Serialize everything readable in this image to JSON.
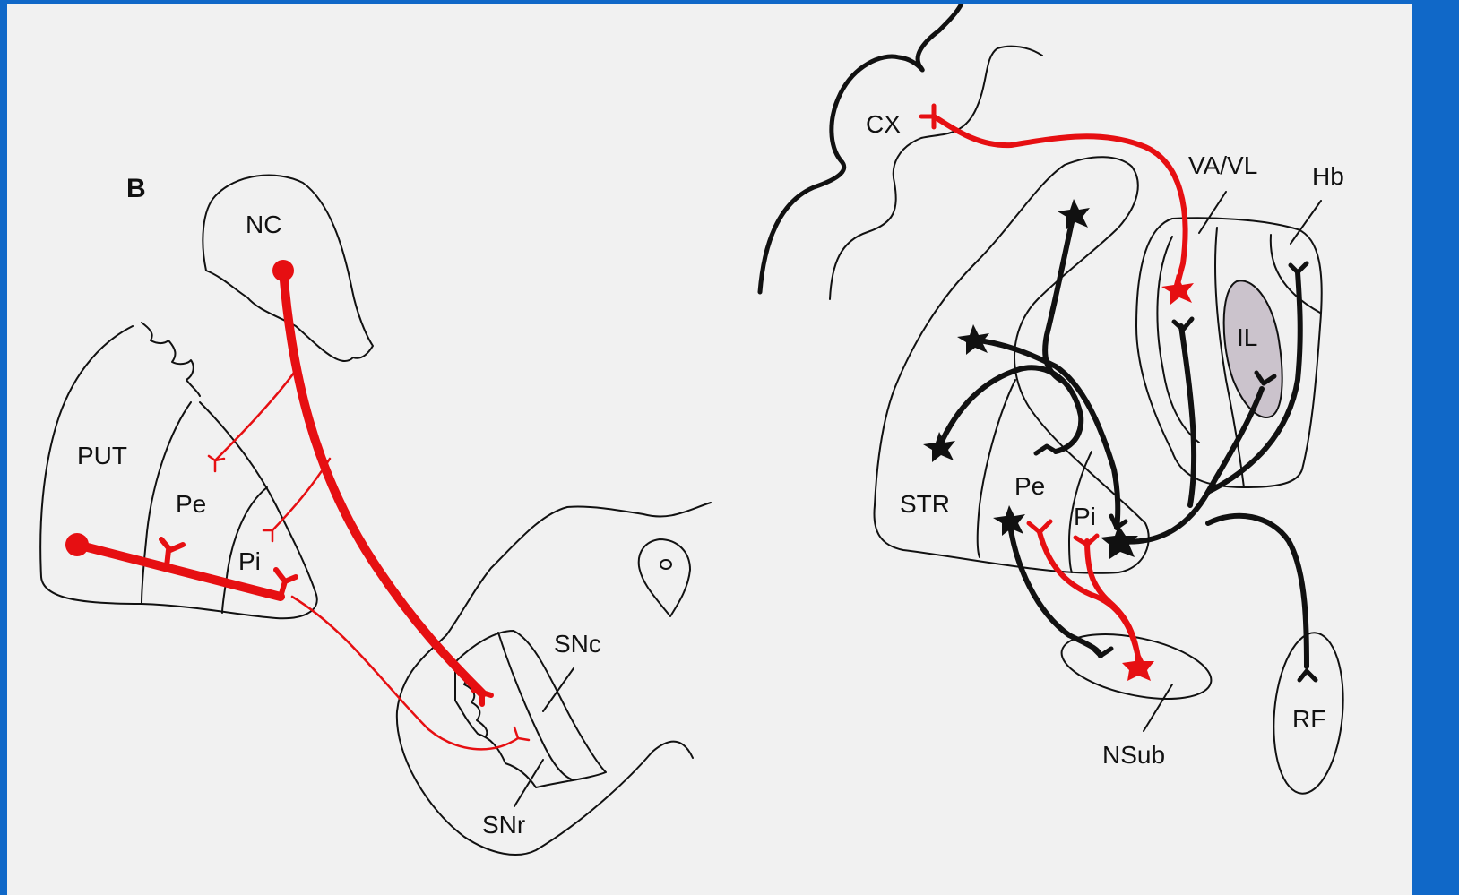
{
  "panel_label": "B",
  "left_diagram": {
    "labels": {
      "nc": "NC",
      "put": "PUT",
      "pe": "Pe",
      "pi": "Pi",
      "snc": "SNc",
      "snr": "SNr"
    }
  },
  "right_diagram": {
    "labels": {
      "cx": "CX",
      "va_vl": "VA/VL",
      "hb": "Hb",
      "il": "IL",
      "str": "STR",
      "pe": "Pe",
      "pi": "Pi",
      "nsub": "NSub",
      "rf": "RF"
    }
  },
  "colors": {
    "background": "#f1f1f1",
    "border": "#1068c8",
    "red_pathway": "#e60f12",
    "black_pathway": "#111111",
    "il_fill": "#cbc3cc"
  }
}
